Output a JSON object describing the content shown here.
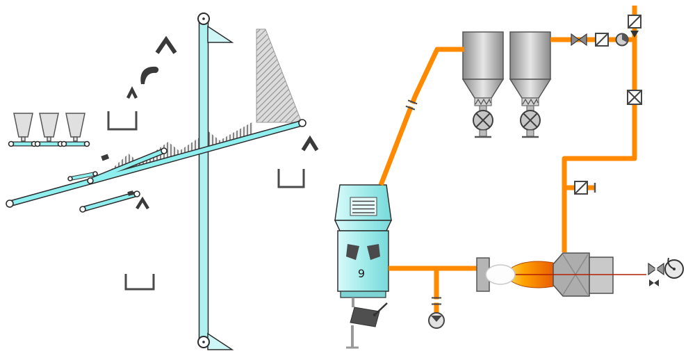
{
  "labels": {
    "mill_number": "9"
  },
  "colors": {
    "conveyor": "#8FEFEF",
    "equipment_cyan": "#AFF0F0",
    "pipe": "#FF8A00",
    "equipment_gray": "#C6C6C6",
    "symbol_dark": "#3A3A3A",
    "flame_inner": "#FFE066",
    "flame_outer": "#F07000",
    "gun_line": "#B22000",
    "background": "#FFFFFF"
  },
  "components": {
    "hoppers": [
      "feed-hopper-1",
      "feed-hopper-2",
      "feed-hopper-3"
    ],
    "conveyors": [
      "feeder-conveyor-1",
      "feeder-conveyor-2",
      "feeder-conveyor-3",
      "main-inclined-conveyor",
      "transfer-conveyor-upper",
      "transfer-conveyor-lower",
      "small-feeder-conveyor"
    ],
    "elevator": "bucket-elevator",
    "storage": "hatched-storage-wall-and-material-pile",
    "mill": "grinding-mill-classifier",
    "mill_discharge": "reject-flap-gate",
    "silos": [
      "storage-silo-1",
      "storage-silo-2"
    ],
    "rotary_valves": [
      "rotary-feeder-1",
      "rotary-feeder-2"
    ],
    "pipe_valves": [
      "top-gate-valve",
      "flow-arrow",
      "bowtie-valve",
      "gate-valve",
      "inline-device",
      "closed-slide-valve",
      "branch-gate-valve",
      "butterfly-valve"
    ],
    "burner": "kiln-burner-with-flame",
    "air_system": [
      "damper-bowtie",
      "primary-air-fan",
      "small-damper"
    ]
  }
}
